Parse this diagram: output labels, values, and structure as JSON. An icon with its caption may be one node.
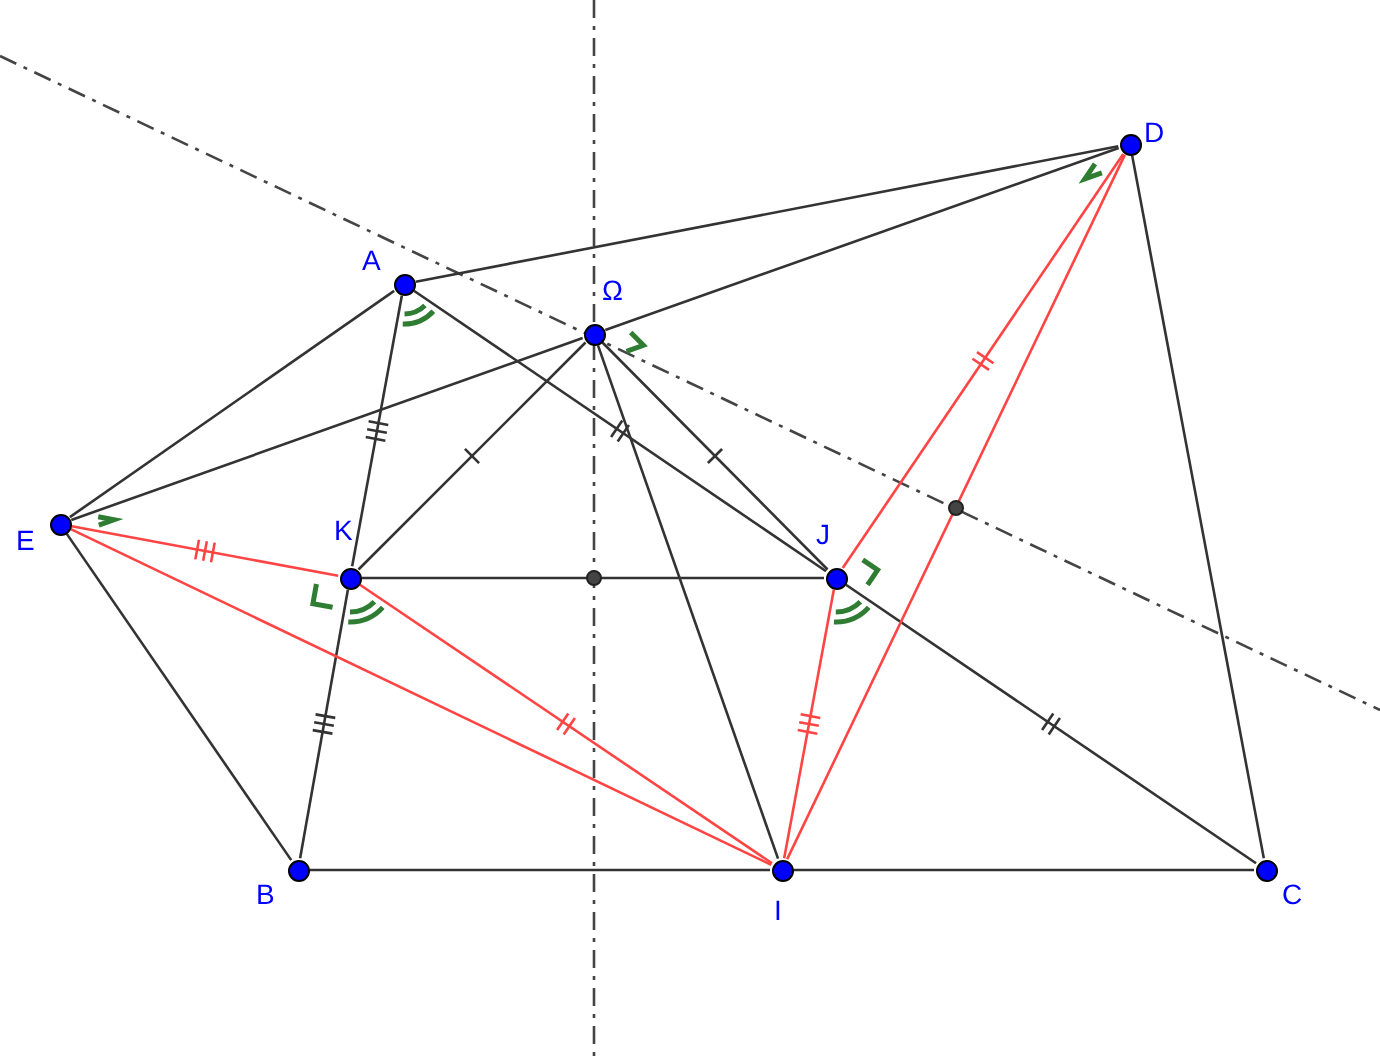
{
  "diagram": {
    "nodes": [
      {
        "text": [],
        "shape": "circle",
        "beside": [
          "E"
        ]
      },
      {
        "text": [],
        "shape": "circle",
        "beside": [
          "B"
        ]
      },
      {
        "text": [],
        "shape": "circle",
        "beside": [
          "K"
        ]
      },
      {
        "text": [],
        "shape": "circle",
        "beside": [
          "A"
        ]
      },
      {
        "text": [],
        "shape": "circle",
        "beside": [
          "Ω"
        ]
      },
      {
        "text": [],
        "shape": "circle",
        "beside": [
          "I"
        ]
      },
      {
        "text": [],
        "shape": "circle",
        "beside": [
          "J"
        ]
      },
      {
        "text": [],
        "shape": "circle",
        "beside": [
          "D"
        ]
      },
      {
        "text": [],
        "shape": "circle",
        "beside": [
          "C"
        ]
      }
    ],
    "edges": [
      {
        "from": 3,
        "to": 7,
        "arrow": "none"
      },
      {
        "from": 3,
        "to": 0,
        "arrow": "none"
      },
      {
        "from": 3,
        "to": 2,
        "arrow": "none"
      },
      {
        "from": 2,
        "to": 1,
        "arrow": "none"
      },
      {
        "from": 0,
        "to": 1,
        "arrow": "none"
      },
      {
        "from": 0,
        "to": 4,
        "arrow": "none"
      },
      {
        "from": 4,
        "to": 7,
        "arrow": "none"
      },
      {
        "from": 3,
        "to": 6,
        "arrow": "none"
      },
      {
        "from": 6,
        "to": 8,
        "arrow": "none"
      },
      {
        "from": 4,
        "to": 2,
        "arrow": "none"
      },
      {
        "from": 4,
        "to": 6,
        "arrow": "none"
      },
      {
        "from": 4,
        "to": 5,
        "arrow": "none"
      },
      {
        "from": 2,
        "to": 6,
        "arrow": "none"
      },
      {
        "from": 1,
        "to": 5,
        "arrow": "none"
      },
      {
        "from": 5,
        "to": 8,
        "arrow": "none"
      },
      {
        "from": 7,
        "to": 8,
        "arrow": "none"
      },
      {
        "from": 0,
        "to": 2,
        "arrow": "none",
        "color": "#ff4444"
      },
      {
        "from": 0,
        "to": 5,
        "arrow": "none",
        "color": "#ff4444"
      },
      {
        "from": 2,
        "to": 5,
        "arrow": "none",
        "color": "#ff4444"
      },
      {
        "from": 6,
        "to": 5,
        "arrow": "none",
        "color": "#ff4444"
      },
      {
        "from": 7,
        "to": 6,
        "arrow": "none",
        "color": "#ff4444"
      },
      {
        "from": 7,
        "to": 5,
        "arrow": "none",
        "color": "#ff4444"
      }
    ]
  }
}
